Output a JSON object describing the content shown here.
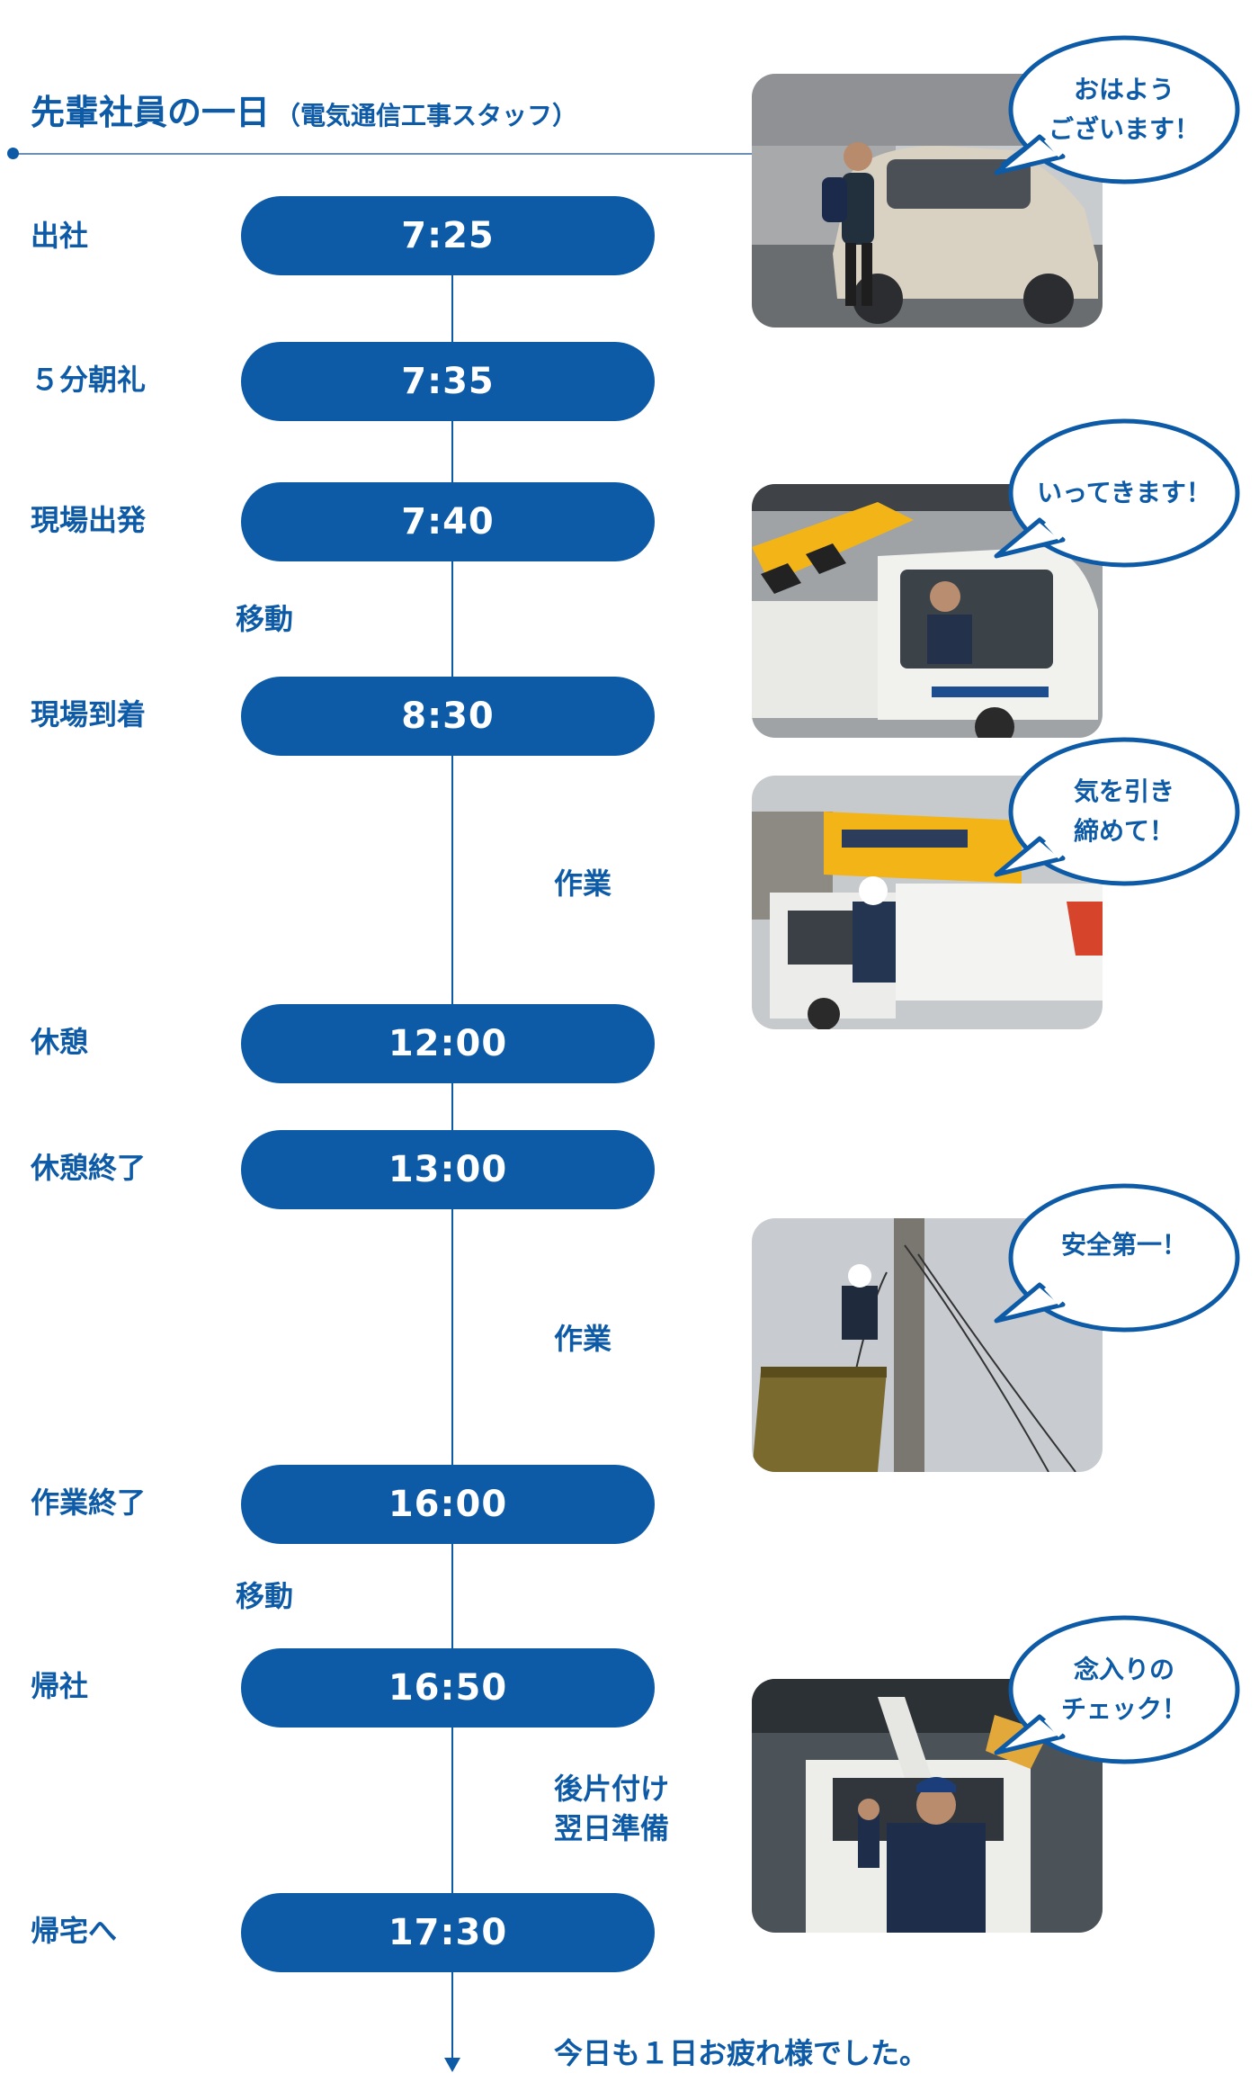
{
  "page": {
    "title": "先輩社員の一日",
    "subtitle": "（電気通信工事スタッフ）",
    "closing": "今日も１日お疲れ様でした。"
  },
  "schedule": [
    {
      "label": "出社",
      "time": "7:25"
    },
    {
      "label": "５分朝礼",
      "time": "7:35"
    },
    {
      "label": "現場出発",
      "time": "7:40"
    },
    {
      "label": "現場到着",
      "time": "8:30"
    },
    {
      "label": "休憩",
      "time": "12:00"
    },
    {
      "label": "休憩終了",
      "time": "13:00"
    },
    {
      "label": "作業終了",
      "time": "16:00"
    },
    {
      "label": "帰社",
      "time": "16:50"
    },
    {
      "label": "帰宅へ",
      "time": "17:30"
    }
  ],
  "notes": {
    "move_1": "移動",
    "work_1": "作業",
    "work_2": "作業",
    "move_2": "移動",
    "cleanup_1": "後片付け",
    "cleanup_2": "翌日準備"
  },
  "bubbles": [
    {
      "text": "おはよう\nございます！"
    },
    {
      "text": "いってきます！"
    },
    {
      "text": "気を引き\n締めて！"
    },
    {
      "text": "安全第一！"
    },
    {
      "text": "念入りの\nチェック！"
    }
  ],
  "colors": {
    "primary": "#0d5aa7",
    "background": "#ffffff"
  }
}
